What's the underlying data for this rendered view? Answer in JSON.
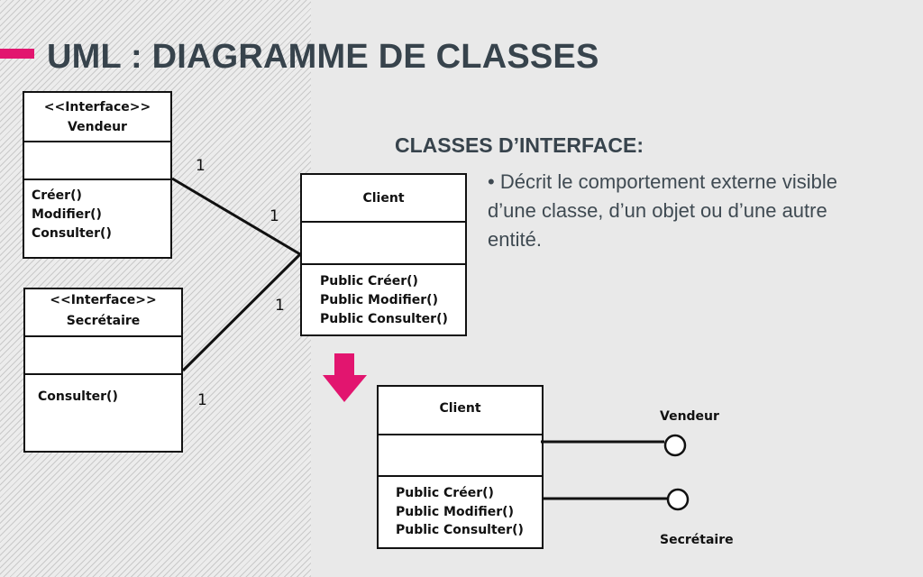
{
  "title": "UML : DIAGRAMME DE CLASSES",
  "subtitle": "CLASSES D’INTERFACE:",
  "description": "• Décrit le comportement externe visible d’une classe, d’un objet ou d’une autre entité.",
  "colors": {
    "accent": "#e2156f",
    "title": "#37434c"
  },
  "vendeur_box": {
    "stereotype": "<<Interface>>",
    "name": "Vendeur",
    "ops": [
      "Créer()",
      "Modifier()",
      "Consulter()"
    ]
  },
  "secretaire_box": {
    "stereotype": "<<Interface>>",
    "name": "Secrétaire",
    "ops": [
      "Consulter()"
    ]
  },
  "client_box": {
    "name": "Client",
    "ops": [
      "Public Créer()",
      "Public Modifier()",
      "Public Consulter()"
    ]
  },
  "client_box_2": {
    "name": "Client",
    "ops": [
      "Public Créer()",
      "Public Modifier()",
      "Public Consulter()"
    ]
  },
  "multiplicities": {
    "m1": "1",
    "m2": "1",
    "m3": "1",
    "m4": "1"
  },
  "lollipops": {
    "top": "Vendeur",
    "bottom": "Secrétaire"
  }
}
